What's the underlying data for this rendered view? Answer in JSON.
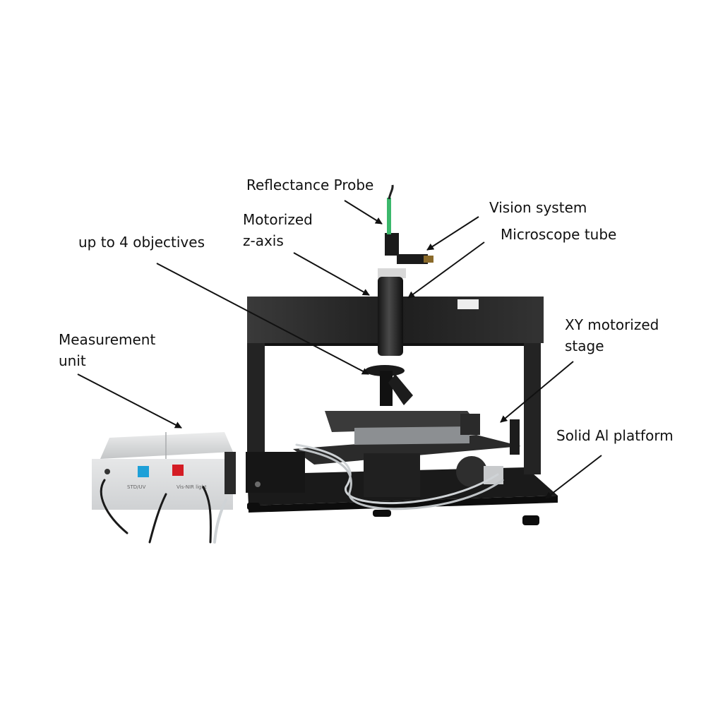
{
  "labels": {
    "reflectance_probe": "Reflectance Probe",
    "vision_system": "Vision system",
    "motorized_z_axis": [
      "Motorized",
      "z-axis"
    ],
    "microscope_tube": "Microscope tube",
    "objectives": "up to 4 objectives",
    "xy_stage": [
      "XY motorized",
      "stage"
    ],
    "measurement_unit": [
      "Measurement",
      "unit"
    ],
    "platform": "Solid Al platform"
  },
  "panel_labels": {
    "left_button": "STD/UV",
    "right_button": "Vis-NIR light"
  },
  "colors": {
    "frame": "#222222",
    "base_plate": "#1a1a1a",
    "unit_body": "#d9dadc",
    "button_blue": "#1ea0d8",
    "button_red": "#d41c24",
    "cable": "#cfd3d6",
    "arrow": "#111111"
  }
}
